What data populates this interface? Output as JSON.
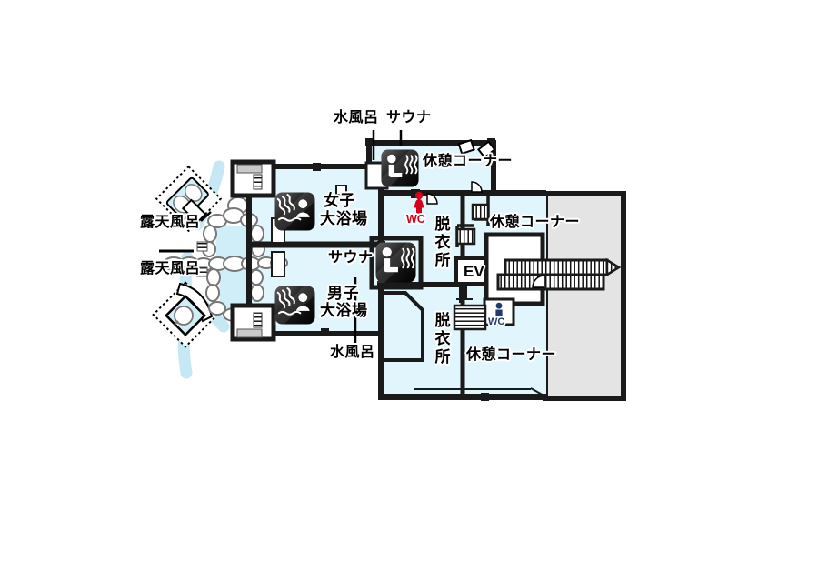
{
  "map": {
    "labels": {
      "cold_bath_top": "水風呂",
      "sauna_top": "サウナ",
      "rest_corner_top": "休憩コーナー",
      "rest_corner_mid": "休憩コーナー",
      "rest_corner_bottom": "休憩コーナー",
      "open_air_bath_top": "露天風呂",
      "open_air_bath_bottom": "露天風呂",
      "womens_bath_line1": "女子",
      "womens_bath_line2": "大浴場",
      "sauna_mid": "サウナ",
      "mens_bath_line1": "男子",
      "mens_bath_line2": "大浴場",
      "dressing_room_top": "脱衣所",
      "dressing_room_bottom": "脱衣所",
      "elevator": "EV",
      "wc_women": "WC",
      "wc_men": "WC",
      "cold_bath_bottom": "水風呂"
    },
    "icons": {
      "sauna_top": "sauna-icon",
      "sauna_mid": "sauna-icon",
      "womens_bath": "hot-spring-bath-icon",
      "mens_bath": "hot-spring-bath-icon",
      "wc_women": "wc-female-icon",
      "wc_men": "wc-male-icon"
    },
    "colors": {
      "room_fill": "#e1f6fc",
      "annex_fill": "#e4e4e4",
      "wall": "#1a1a1a",
      "water_fill": "#cfeef8",
      "stream": "#c6e8f4",
      "wc_women_color": "#d60019",
      "wc_men_color": "#1e3a6e",
      "icon_bg": "#141414"
    }
  }
}
